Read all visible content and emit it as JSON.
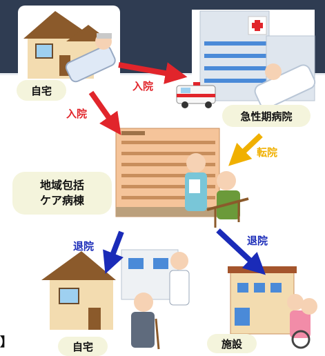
{
  "locations": {
    "home_top": "自宅",
    "acute_hospital": "急性期病院",
    "community_ward_line1": "地域包括",
    "community_ward_line2": "ケア病棟",
    "home_bottom": "自宅",
    "facility": "施設"
  },
  "arrows": {
    "home_to_acute": "入院",
    "home_to_ward": "入院",
    "acute_to_ward": "転院",
    "ward_to_home": "退院",
    "ward_to_facility": "退院"
  },
  "colors": {
    "admission": "#e1252b",
    "transfer": "#f0b000",
    "discharge": "#1a2bb8",
    "label_background": "#f4f4dc",
    "header_band": "#2f3c52"
  },
  "corner_text": "】"
}
